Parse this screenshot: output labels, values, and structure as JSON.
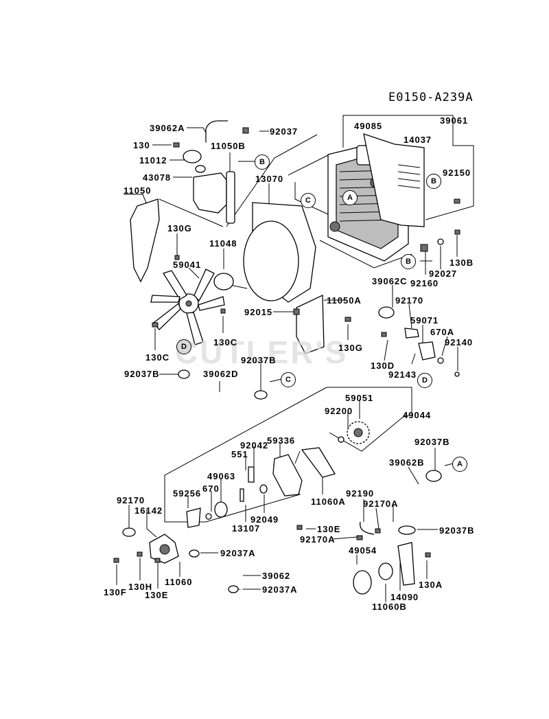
{
  "diagram_code": "E0150-A239A",
  "watermark": "CUTLER'S",
  "labels": [
    {
      "id": "39062A",
      "text": "39062A"
    },
    {
      "id": "92037",
      "text": "92037"
    },
    {
      "id": "130",
      "text": "130"
    },
    {
      "id": "11050B",
      "text": "11050B"
    },
    {
      "id": "11012",
      "text": "11012"
    },
    {
      "id": "43078",
      "text": "43078"
    },
    {
      "id": "13070",
      "text": "13070"
    },
    {
      "id": "11050",
      "text": "11050"
    },
    {
      "id": "130G-top",
      "text": "130G"
    },
    {
      "id": "11048",
      "text": "11048"
    },
    {
      "id": "59041",
      "text": "59041"
    },
    {
      "id": "92015",
      "text": "92015"
    },
    {
      "id": "130C-mid",
      "text": "130C"
    },
    {
      "id": "130C-left",
      "text": "130C"
    },
    {
      "id": "11050A",
      "text": "11050A"
    },
    {
      "id": "130G-bottom",
      "text": "130G"
    },
    {
      "id": "49085",
      "text": "49085"
    },
    {
      "id": "39061",
      "text": "39061"
    },
    {
      "id": "14037",
      "text": "14037"
    },
    {
      "id": "92150",
      "text": "92150"
    },
    {
      "id": "130B",
      "text": "130B"
    },
    {
      "id": "92027",
      "text": "92027"
    },
    {
      "id": "92160",
      "text": "92160"
    },
    {
      "id": "39062C",
      "text": "39062C"
    },
    {
      "id": "92170-top",
      "text": "92170"
    },
    {
      "id": "59071",
      "text": "59071"
    },
    {
      "id": "670A",
      "text": "670A"
    },
    {
      "id": "92140",
      "text": "92140"
    },
    {
      "id": "130D",
      "text": "130D"
    },
    {
      "id": "92143",
      "text": "92143"
    },
    {
      "id": "92037B-left",
      "text": "92037B"
    },
    {
      "id": "39062D",
      "text": "39062D"
    },
    {
      "id": "92037B-mid",
      "text": "92037B"
    },
    {
      "id": "59051",
      "text": "59051"
    },
    {
      "id": "92200",
      "text": "92200"
    },
    {
      "id": "49044",
      "text": "49044"
    },
    {
      "id": "59336",
      "text": "59336"
    },
    {
      "id": "92042",
      "text": "92042"
    },
    {
      "id": "551",
      "text": "551"
    },
    {
      "id": "49063",
      "text": "49063"
    },
    {
      "id": "670",
      "text": "670"
    },
    {
      "id": "59256",
      "text": "59256"
    },
    {
      "id": "92049",
      "text": "92049"
    },
    {
      "id": "13107",
      "text": "13107"
    },
    {
      "id": "11060A",
      "text": "11060A"
    },
    {
      "id": "92037B-right",
      "text": "92037B"
    },
    {
      "id": "39062B",
      "text": "39062B"
    },
    {
      "id": "92190",
      "text": "92190"
    },
    {
      "id": "92170A-top",
      "text": "92170A"
    },
    {
      "id": "92037B-right2",
      "text": "92037B"
    },
    {
      "id": "130E-mid",
      "text": "130E"
    },
    {
      "id": "92170A-bottom",
      "text": "92170A"
    },
    {
      "id": "49054",
      "text": "49054"
    },
    {
      "id": "92170-left",
      "text": "92170"
    },
    {
      "id": "16142",
      "text": "16142"
    },
    {
      "id": "92037A-top",
      "text": "92037A"
    },
    {
      "id": "39062",
      "text": "39062"
    },
    {
      "id": "92037A-bottom",
      "text": "92037A"
    },
    {
      "id": "11060",
      "text": "11060"
    },
    {
      "id": "130F",
      "text": "130F"
    },
    {
      "id": "130H",
      "text": "130H"
    },
    {
      "id": "130E-bottom",
      "text": "130E"
    },
    {
      "id": "14090",
      "text": "14090"
    },
    {
      "id": "11060B",
      "text": "11060B"
    },
    {
      "id": "130A",
      "text": "130A"
    }
  ],
  "callouts": {
    "A": "A",
    "B": "B",
    "C": "C",
    "D": "D"
  }
}
